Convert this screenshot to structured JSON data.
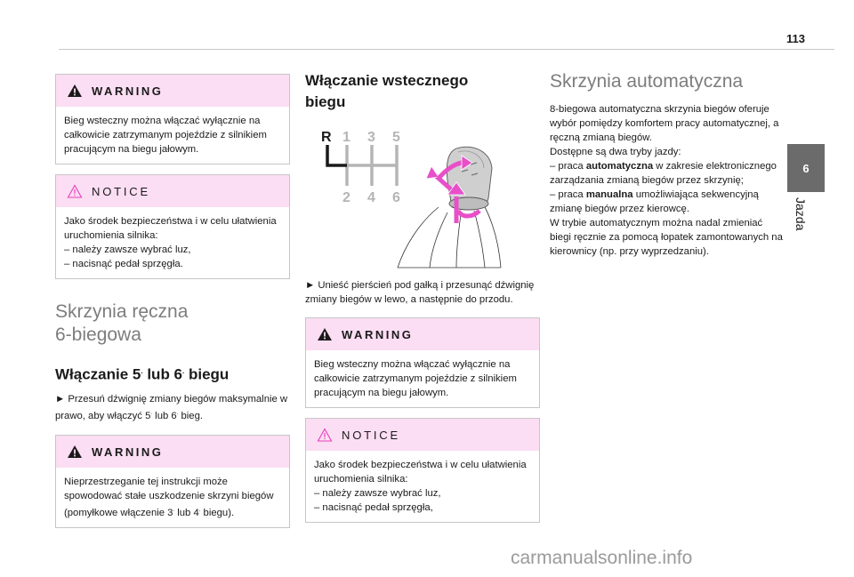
{
  "page": {
    "number": "113",
    "chapter_number": "6",
    "chapter_name": "Jazda",
    "watermark": "carmanualsonline.info"
  },
  "col1": {
    "warning1": {
      "title": "WARNING",
      "text": "Bieg wsteczny można włączać wyłącznie na całkowicie zatrzymanym pojeździe z silnikiem pracującym na biegu jałowym."
    },
    "notice1": {
      "title": "NOTICE",
      "lines": [
        "Jako środek bezpieczeństwa i w celu ułatwienia uruchomienia silnika:",
        "–  należy zawsze wybrać luz,",
        "–  nacisnąć pedał sprzęgła."
      ]
    },
    "section_title_line1": "Skrzynia ręczna",
    "section_title_line2": "6-biegowa",
    "subheading": {
      "a": "Włączanie 5",
      "b": " lub 6",
      "c": " biegu",
      "sup": "."
    },
    "instruction": {
      "a": "►  Przesuń dźwignię zmiany biegów maksymalnie w prawo, aby włączyć 5",
      "b": " lub 6",
      "c": " bieg.",
      "sup": "."
    },
    "warning2": {
      "title": "WARNING",
      "a": "Nieprzestrzeganie tej instrukcji może spowodować stałe uszkodzenie skrzyni biegów (pomyłkowe włączenie 3",
      "b": " lub 4",
      "c": " biegu).",
      "sup": "."
    }
  },
  "col2": {
    "heading_line1": "Włączanie wstecznego",
    "heading_line2": "biegu",
    "gear_labels": [
      "R",
      "1",
      "3",
      "5",
      "2",
      "4",
      "6"
    ],
    "instruction": "►  Unieść pierścień pod gałką i przesunąć dźwignię zmiany biegów w lewo, a następnie do przodu.",
    "warning": {
      "title": "WARNING",
      "text": "Bieg wsteczny można włączać wyłącznie na całkowicie zatrzymanym pojeździe z silnikiem pracującym na biegu jałowym."
    },
    "notice": {
      "title": "NOTICE",
      "lines": [
        "Jako środek bezpieczeństwa i w celu ułatwienia uruchomienia silnika:",
        "–  należy zawsze wybrać luz,",
        "–  nacisnąć pedał sprzęgła,"
      ]
    }
  },
  "col3": {
    "heading": "Skrzynia automatyczna",
    "p1": "8-biegowa automatyczna skrzynia biegów oferuje wybór pomiędzy komfortem pracy automatycznej, a ręczną zmianą biegów.",
    "p2": "Dostępne są dwa tryby jazdy:",
    "item1": {
      "a": "–  praca ",
      "b": "automatyczna",
      "c": " w zakresie elektronicznego zarządzania zmianą biegów przez skrzynię;"
    },
    "item2": {
      "a": "–  praca ",
      "b": "manualna",
      "c": " umożliwiająca sekwencyjną zmianę biegów przez kierowcę."
    },
    "p3": "W trybie automatycznym można nadal zmieniać biegi ręcznie za pomocą łopatek zamontowanych na kierownicy (np. przy wyprzedzaniu)."
  },
  "colors": {
    "box_header": "#fbdef3",
    "arrow": "#e84fc9",
    "warning_triangle": "#1a1a1a",
    "notice_triangle": "#e83fb8",
    "heading_gray": "#7d7d7d",
    "chapter_tab": "#6b6b6b"
  }
}
